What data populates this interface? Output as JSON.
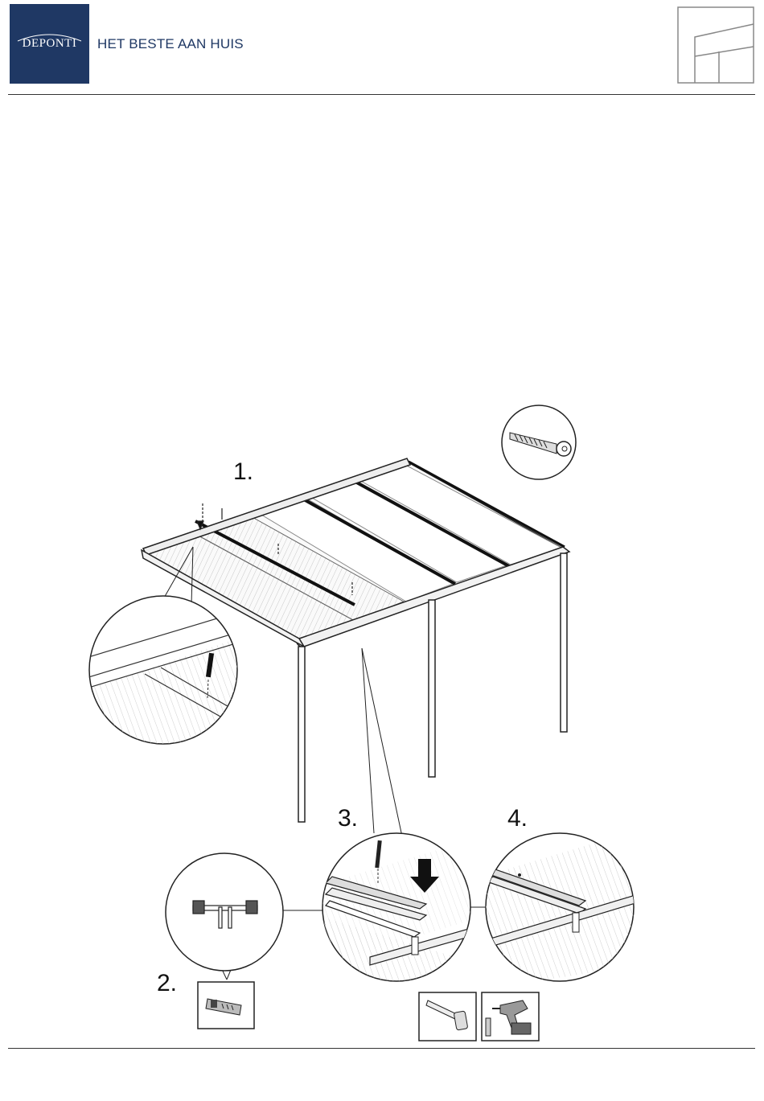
{
  "header": {
    "brand": "DEPONTI",
    "tagline": "HET BESTE AAN HUIS",
    "brand_color": "#1f3864"
  },
  "steps": [
    "1.",
    "2.",
    "3.",
    "4."
  ],
  "icons": {
    "screw": "screw-icon",
    "end-cap": "end-cap-icon",
    "hammer": "hammer-icon",
    "drill": "drill-icon",
    "corner": "veranda-corner-icon"
  }
}
